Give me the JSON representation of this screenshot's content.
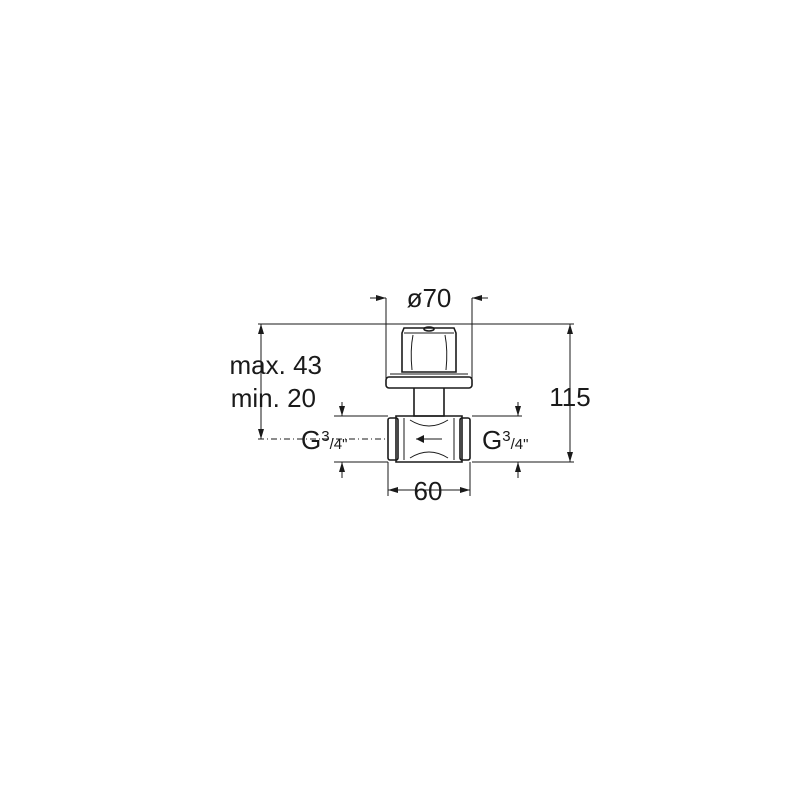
{
  "dimensions": {
    "diameter": "ø70",
    "max_depth": "max. 43",
    "min_depth": "min. 20",
    "height": "115",
    "width": "60",
    "thread_left": {
      "prefix": "G",
      "num": "3",
      "den": "/4\""
    },
    "thread_right": {
      "prefix": "G",
      "num": "3",
      "den": "/4\""
    }
  },
  "colors": {
    "line": "#1a1a1a",
    "background": "#ffffff"
  }
}
